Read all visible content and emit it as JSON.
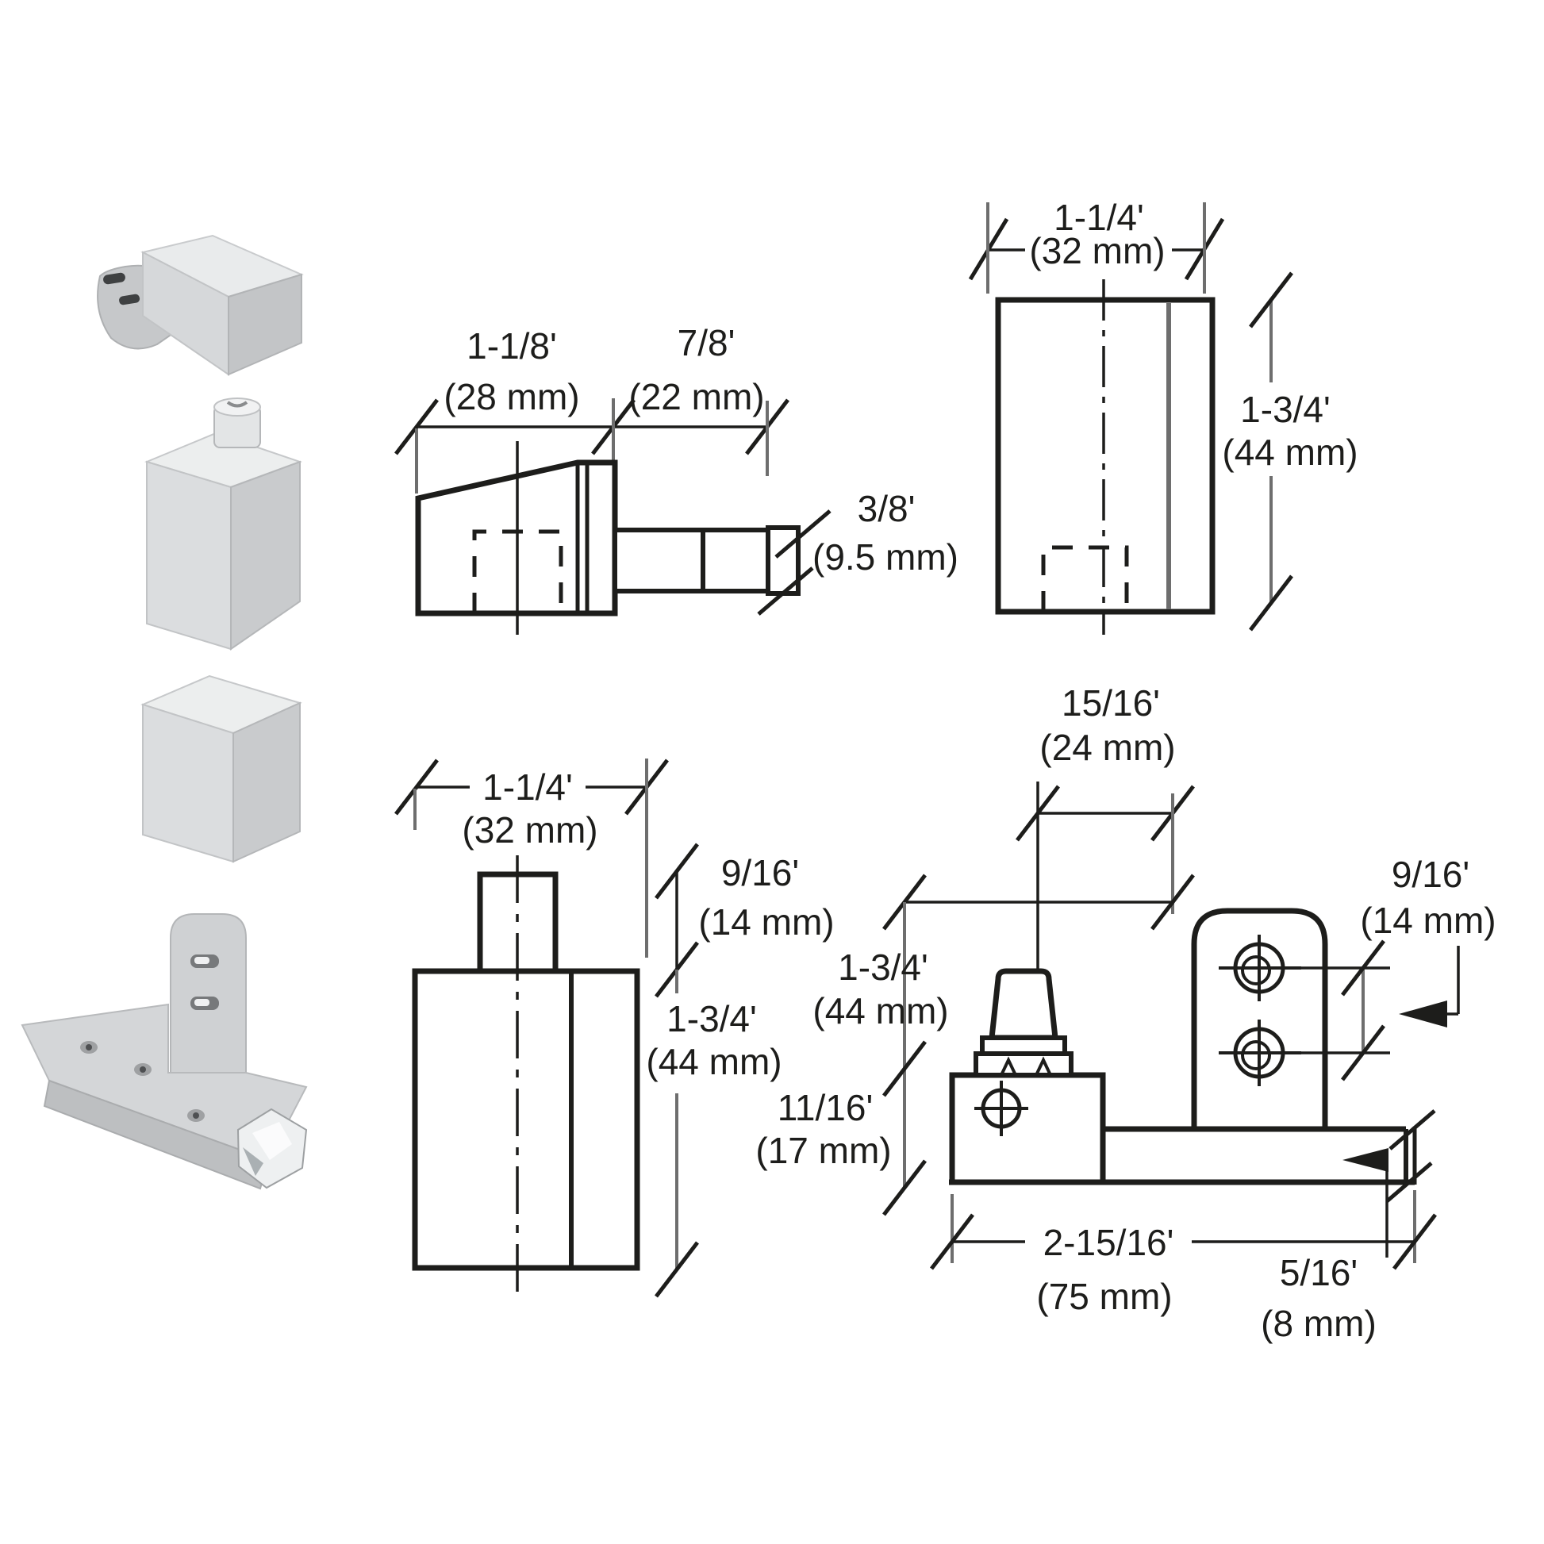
{
  "figure": {
    "background": "#ffffff",
    "ink_color": "#1d1d1b",
    "extension_gray": "#6e6e6e",
    "metal_light": "#eceeef",
    "metal_mid": "#d6d8da",
    "metal_dark": "#c3c5c7"
  },
  "photos": {
    "parts": [
      {
        "name": "top-pivot-wedge-cap"
      },
      {
        "name": "pivot-pin-block"
      },
      {
        "name": "cover-block"
      },
      {
        "name": "bottom-pivot-bracket"
      }
    ]
  },
  "drawings": {
    "side_view": {
      "dims": {
        "width_a": {
          "v": "1-1/8'",
          "mm": "(28 mm)"
        },
        "width_b": {
          "v": "7/8'",
          "mm": "(22 mm)"
        },
        "pin": {
          "v": "3/8'",
          "mm": "(9.5 mm)"
        }
      }
    },
    "front_view": {
      "dims": {
        "width": {
          "v": "1-1/4'",
          "mm": "(32 mm)"
        },
        "height": {
          "v": "1-3/4'",
          "mm": "(44 mm)"
        }
      }
    },
    "jamb_view": {
      "dims": {
        "width": {
          "v": "1-1/4'",
          "mm": "(32 mm)"
        },
        "tab_height": {
          "v": "9/16'",
          "mm": "(14 mm)"
        },
        "height": {
          "v": "1-3/4'",
          "mm": "(44 mm)"
        }
      }
    },
    "floor_view": {
      "dims": {
        "offset": {
          "v": "15/16'",
          "mm": "(24 mm)"
        },
        "height": {
          "v": "1-3/4'",
          "mm": "(44 mm)"
        },
        "base_height": {
          "v": "11/16'",
          "mm": "(17 mm)"
        },
        "hole_spacing": {
          "v": "9/16'",
          "mm": "(14 mm)"
        },
        "length": {
          "v": "2-15/16'",
          "mm": "(75 mm)"
        },
        "arm_thickness": {
          "v": "5/16'",
          "mm": "(8 mm)"
        }
      }
    }
  }
}
